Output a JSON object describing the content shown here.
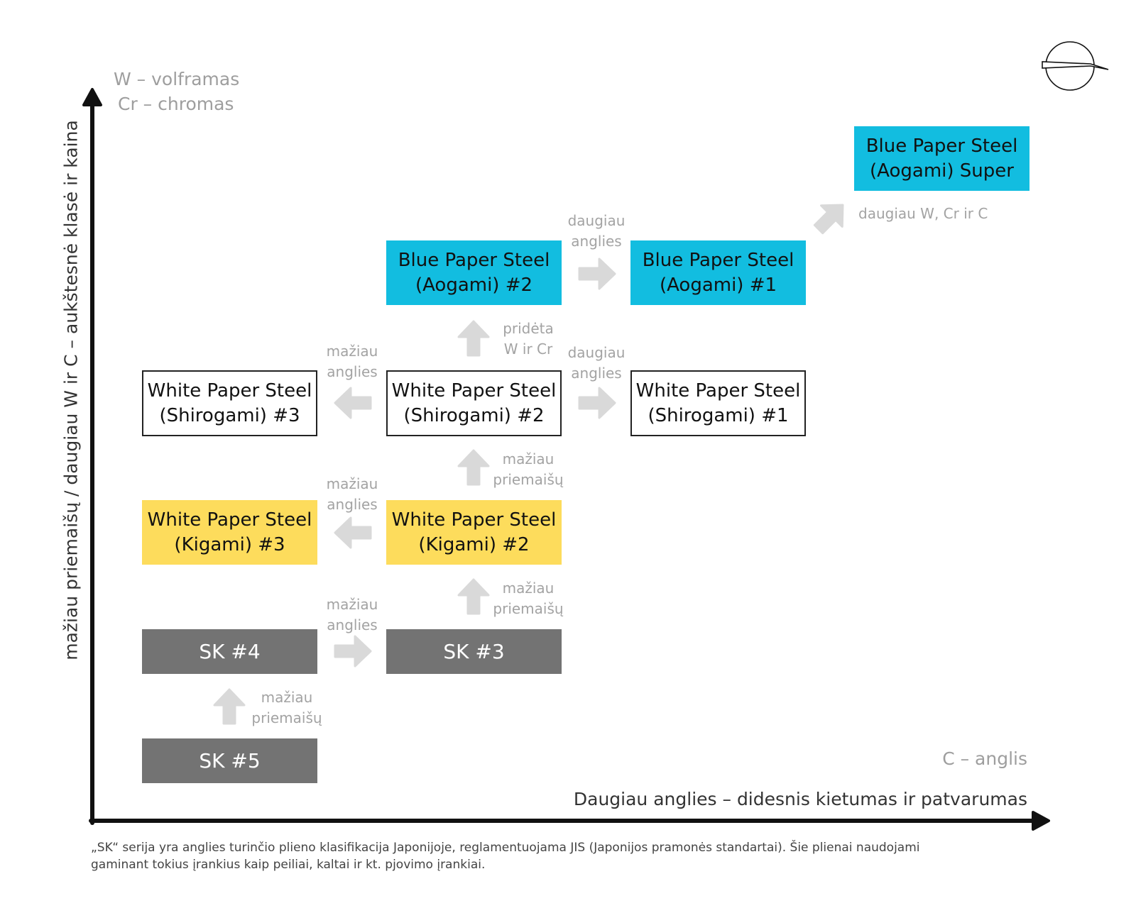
{
  "legend": {
    "w": "W – volframas",
    "cr": "Cr – chromas",
    "c": "C – anglis"
  },
  "axes": {
    "x_title": "Daugiau anglies – didesnis kietumas ir patvarumas",
    "y_title": "mažiau priemaišų / daugiau W ir C – aukštesnė klasė ir kaina"
  },
  "boxes": {
    "sk5": "SK #5",
    "sk4": "SK #4",
    "sk3": "SK #3",
    "kigami3": {
      "l1": "White Paper Steel",
      "l2": "(Kigami) #3"
    },
    "kigami2": {
      "l1": "White Paper Steel",
      "l2": "(Kigami) #2"
    },
    "shirogami3": {
      "l1": "White Paper Steel",
      "l2": "(Shirogami) #3"
    },
    "shirogami2": {
      "l1": "White Paper Steel",
      "l2": "(Shirogami) #2"
    },
    "shirogami1": {
      "l1": "White Paper Steel",
      "l2": "(Shirogami) #1"
    },
    "aogami2": {
      "l1": "Blue Paper Steel",
      "l2": "(Aogami) #2"
    },
    "aogami1": {
      "l1": "Blue Paper Steel",
      "l2": "(Aogami) #1"
    },
    "aogami_super": {
      "l1": "Blue Paper Steel",
      "l2": "(Aogami) Super"
    }
  },
  "labels": {
    "sk5_sk4": {
      "l1": "mažiau",
      "l2": "priemaišų"
    },
    "sk4_sk3": {
      "l1": "mažiau",
      "l2": "anglies"
    },
    "sk3_kig2": {
      "l1": "mažiau",
      "l2": "priemaišų"
    },
    "kig2_kig3": {
      "l1": "mažiau",
      "l2": "anglies"
    },
    "kig2_shiro2": {
      "l1": "mažiau",
      "l2": "priemaišų"
    },
    "shiro2_shiro3": {
      "l1": "mažiau",
      "l2": "anglies"
    },
    "shiro2_shiro1": {
      "l1": "daugiau",
      "l2": "anglies"
    },
    "shiro2_ao2": {
      "l1": "pridėta",
      "l2": "W ir Cr"
    },
    "ao2_ao1": {
      "l1": "daugiau",
      "l2": "anglies"
    },
    "ao1_super": "daugiau W, Cr ir C"
  },
  "footnote": {
    "l1": "„SK“ serija yra anglies turinčio plieno klasifikacija Japonijoje, reglamentuojama JIS (Japonijos pramonės standartai). Šie plienai naudojami",
    "l2": "gaminant tokius įrankius kaip peiliai, kaltai ir kt. pjovimo įrankiai."
  },
  "colors": {
    "blue": "#12bde0",
    "yellow": "#fddc5c",
    "gray": "#737373",
    "arrow": "#d9d9d9"
  }
}
